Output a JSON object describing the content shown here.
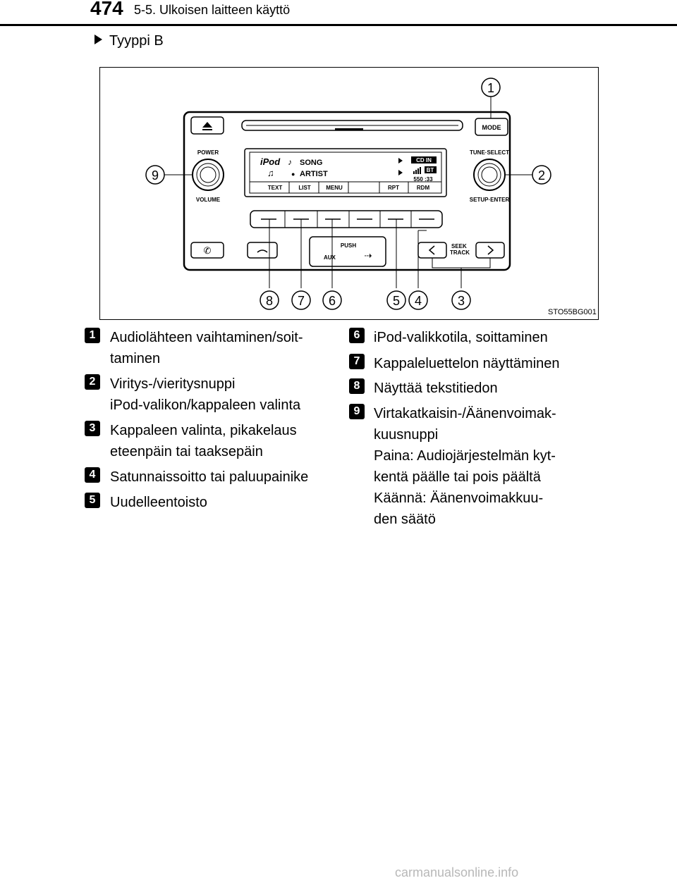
{
  "header": {
    "page_number": "474",
    "section": "5-5. Ulkoisen laitteen käyttö"
  },
  "subheading": "Tyyppi B",
  "figure": {
    "code": "STO55BG001",
    "labels": {
      "mode": "MODE",
      "power": "POWER",
      "volume": "VOLUME",
      "tune_select": "TUNE·SELECT",
      "setup_enter": "SETUP·ENTER",
      "push": "PUSH",
      "aux": "AUX",
      "seek": "SEEK",
      "track": "TRACK"
    },
    "display": {
      "source": "iPod",
      "song": "SONG",
      "artist": "ARTIST",
      "cd_in": "CD IN",
      "bt": "BT",
      "time": "550 :33",
      "softkeys": [
        "TEXT",
        "LIST",
        "MENU",
        "RPT",
        "RDM"
      ]
    },
    "callouts": [
      "1",
      "2",
      "3",
      "4",
      "5",
      "6",
      "7",
      "8",
      "9"
    ]
  },
  "items_left": [
    {
      "num": "1",
      "lines": [
        "Audiolähteen vaihtaminen/soit-",
        "taminen"
      ]
    },
    {
      "num": "2",
      "lines": [
        "Viritys-/vieritysnuppi",
        "iPod-valikon/kappaleen valinta"
      ]
    },
    {
      "num": "3",
      "lines": [
        "Kappaleen valinta, pikakelaus",
        "eteenpäin tai taaksepäin"
      ]
    },
    {
      "num": "4",
      "lines": [
        "Satunnaissoitto tai paluupainike"
      ]
    },
    {
      "num": "5",
      "lines": [
        "Uudelleentoisto"
      ]
    }
  ],
  "items_right": [
    {
      "num": "6",
      "lines": [
        "iPod-valikkotila, soittaminen"
      ]
    },
    {
      "num": "7",
      "lines": [
        "Kappaleluettelon näyttäminen"
      ]
    },
    {
      "num": "8",
      "lines": [
        "Näyttää tekstitiedon"
      ]
    },
    {
      "num": "9",
      "lines": [
        "Virtakatkaisin-/Äänenvoimak-",
        "kuusnuppi",
        "Paina: Audiojärjestelmän kyt-",
        "kentä päälle tai pois päältä",
        "Käännä: Äänenvoimakkuu-",
        "den säätö"
      ]
    }
  ],
  "footer": "carmanualsonline.info"
}
